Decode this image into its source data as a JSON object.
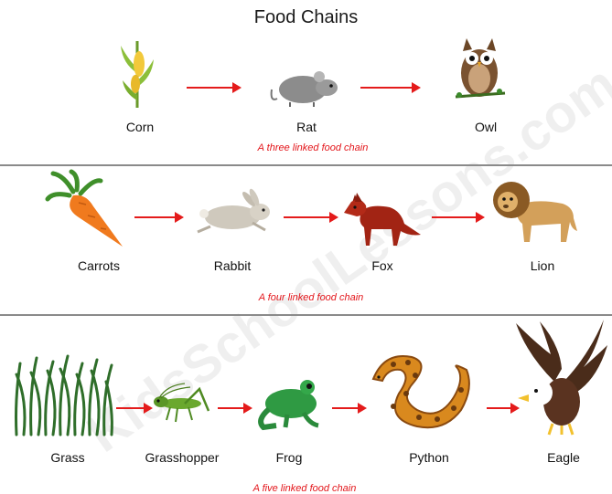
{
  "title": "Food Chains",
  "watermark": "KidsSchoolLessons.com",
  "colors": {
    "arrow": "#e41b1b",
    "caption": "#e3161b",
    "divider": "#8a8a8a"
  },
  "chains": [
    {
      "caption": "A three linked food chain",
      "organisms": [
        {
          "label": "Corn",
          "icon": "corn-icon"
        },
        {
          "label": "Rat",
          "icon": "rat-icon"
        },
        {
          "label": "Owl",
          "icon": "owl-icon"
        }
      ]
    },
    {
      "caption": "A four linked food chain",
      "organisms": [
        {
          "label": "Carrots",
          "icon": "carrot-icon"
        },
        {
          "label": "Rabbit",
          "icon": "rabbit-icon"
        },
        {
          "label": "Fox",
          "icon": "fox-icon"
        },
        {
          "label": "Lion",
          "icon": "lion-icon"
        }
      ]
    },
    {
      "caption": "A five linked food chain",
      "organisms": [
        {
          "label": "Grass",
          "icon": "grass-icon"
        },
        {
          "label": "Grasshopper",
          "icon": "grasshopper-icon"
        },
        {
          "label": "Frog",
          "icon": "frog-icon"
        },
        {
          "label": "Python",
          "icon": "python-icon"
        },
        {
          "label": "Eagle",
          "icon": "eagle-icon"
        }
      ]
    }
  ]
}
